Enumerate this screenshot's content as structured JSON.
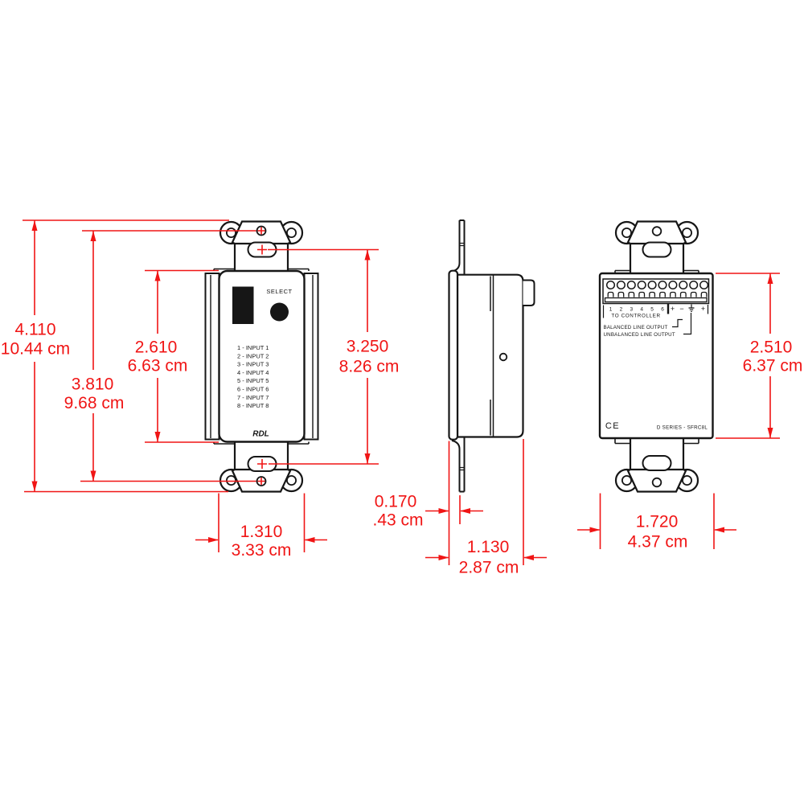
{
  "front": {
    "select_label": "SELECT",
    "inputs": [
      "1 - INPUT 1",
      "2 - INPUT 2",
      "3 - INPUT 3",
      "4 - INPUT 4",
      "5 - INPUT 5",
      "6 - INPUT 6",
      "7 - INPUT 7",
      "8 - INPUT 8"
    ],
    "brand": "RDL"
  },
  "back": {
    "controller_terminals": [
      "1",
      "2",
      "3",
      "4",
      "5",
      "6"
    ],
    "plus1": "+",
    "minus": "−",
    "plus2": "+",
    "to_controller": "TO CONTROLLER",
    "balanced": "BALANCED LINE OUTPUT",
    "unbalanced": "UNBALANCED LINE OUTPUT",
    "ce_mark": "CE",
    "model": "D SERIES - SFRC8L"
  },
  "dims": {
    "overall_height": {
      "in": "4.110",
      "cm": "10.44 cm"
    },
    "mounting_hole_spacing": {
      "in": "3.810",
      "cm": "9.68 cm"
    },
    "insert_height": {
      "in": "2.610",
      "cm": "6.63 cm"
    },
    "front_panel_height": {
      "in": "3.250",
      "cm": "8.26 cm"
    },
    "insert_width": {
      "in": "1.310",
      "cm": "3.33 cm"
    },
    "plate_thickness": {
      "in": "0.170",
      "cm": ".43 cm"
    },
    "depth": {
      "in": "1.130",
      "cm": "2.87 cm"
    },
    "chassis_height": {
      "in": "2.510",
      "cm": "6.37 cm"
    },
    "chassis_width": {
      "in": "1.720",
      "cm": "4.37 cm"
    }
  },
  "colors": {
    "dimension_red": "#f01515",
    "line_ink": "#161616"
  }
}
